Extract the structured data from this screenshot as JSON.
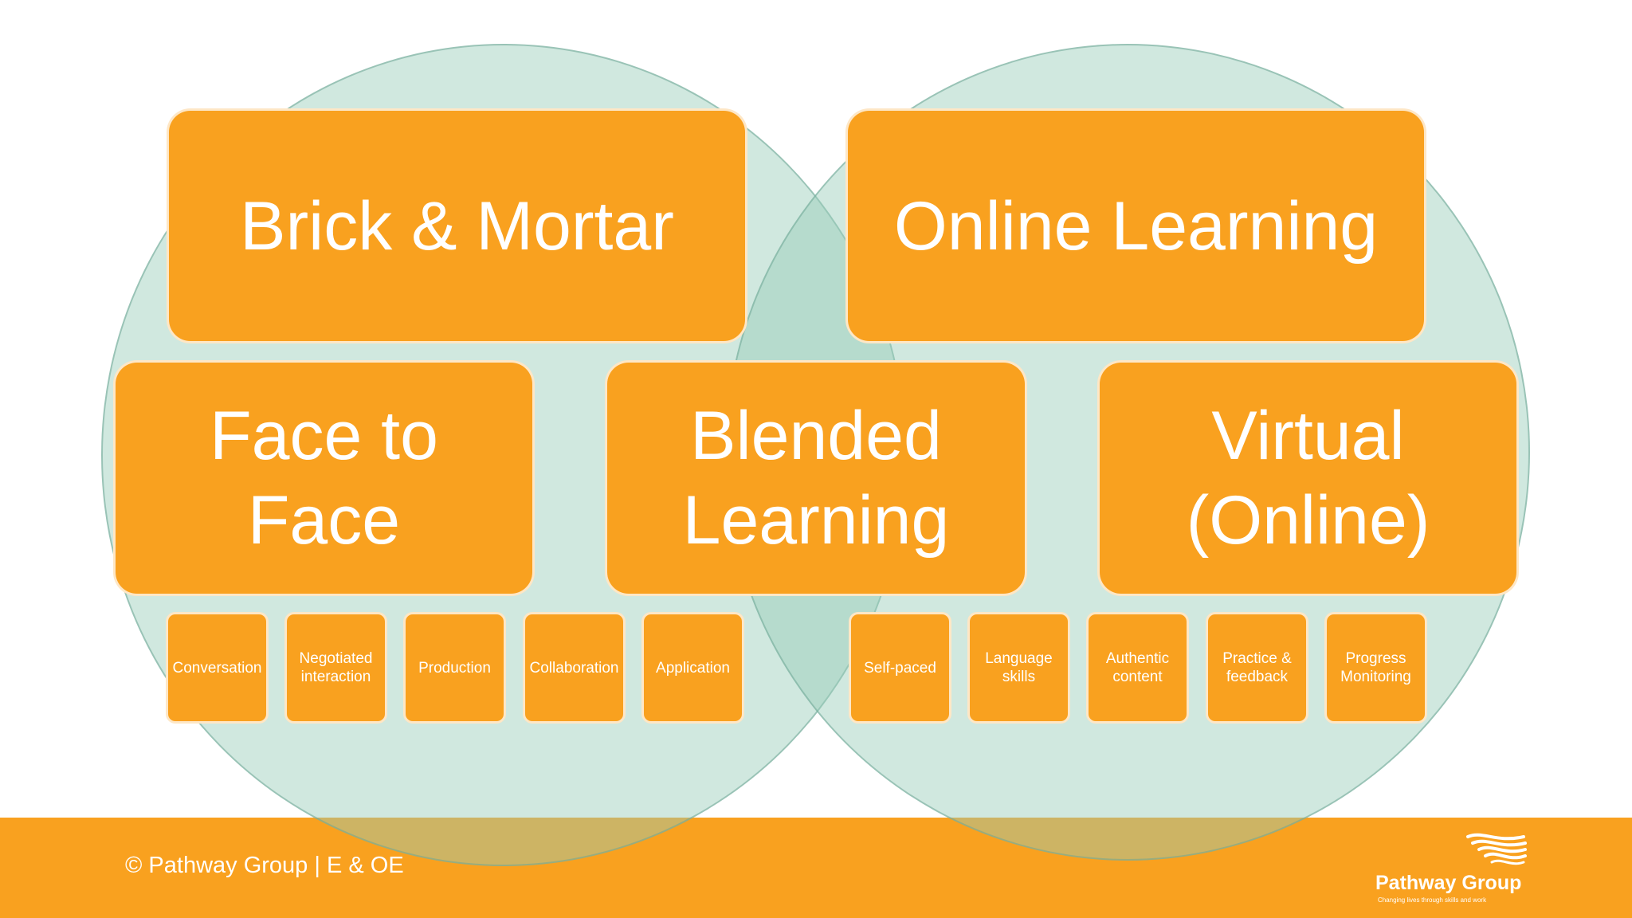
{
  "colors": {
    "orange": "#F9A11F",
    "footer_orange": "#F9A11F",
    "circle_fill": "rgba(150, 205, 185, 0.45)",
    "overlap_fill": "rgba(110, 185, 155, 0.45)",
    "text_white": "#FFFFFF"
  },
  "top_boxes": {
    "left": "Brick & Mortar",
    "right": "Online Learning"
  },
  "middle_boxes": {
    "left": "Face to\nFace",
    "center": "Blended\nLearning",
    "right": "Virtual\n(Online)"
  },
  "face_to_face_items": [
    "Conversation",
    "Negotiated\ninteraction",
    "Production",
    "Collaboration",
    "Application"
  ],
  "virtual_items": [
    "Self-paced",
    "Language\nskills",
    "Authentic\ncontent",
    "Practice &\nfeedback",
    "Progress\nMonitoring"
  ],
  "footer": {
    "copyright": "© Pathway Group | E & OE",
    "logo_name": "Pathway Group",
    "logo_tagline": "Changing lives through skills and work",
    "logo_icon": "wave-flag-icon"
  }
}
